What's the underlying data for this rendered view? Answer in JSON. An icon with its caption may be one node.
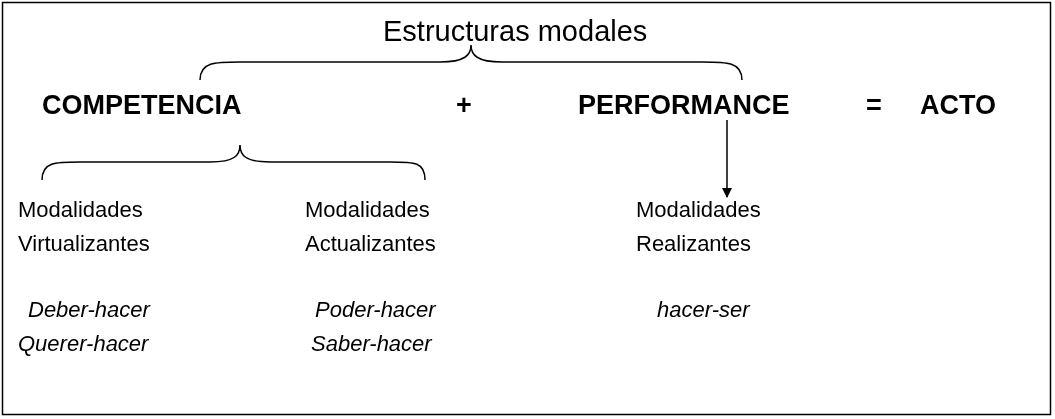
{
  "diagram": {
    "nodes": [
      {
        "text": [
          "PERFORMANCE"
        ]
      },
      {
        "text": [
          "Modalidades Realizantes"
        ]
      }
    ],
    "edges": [
      {
        "from": 0,
        "to": 1,
        "arrow": "to"
      }
    ],
    "labels": [
      "Estructuras modales",
      "COMPETENCIA",
      "+",
      "=",
      "ACTO",
      "Modalidades Virtualizantes",
      "Modalidades Actualizantes",
      "Deber-hacer",
      "Poder-hacer",
      "hacer-ser",
      "Querer-hacer",
      "Saber-hacer"
    ]
  }
}
